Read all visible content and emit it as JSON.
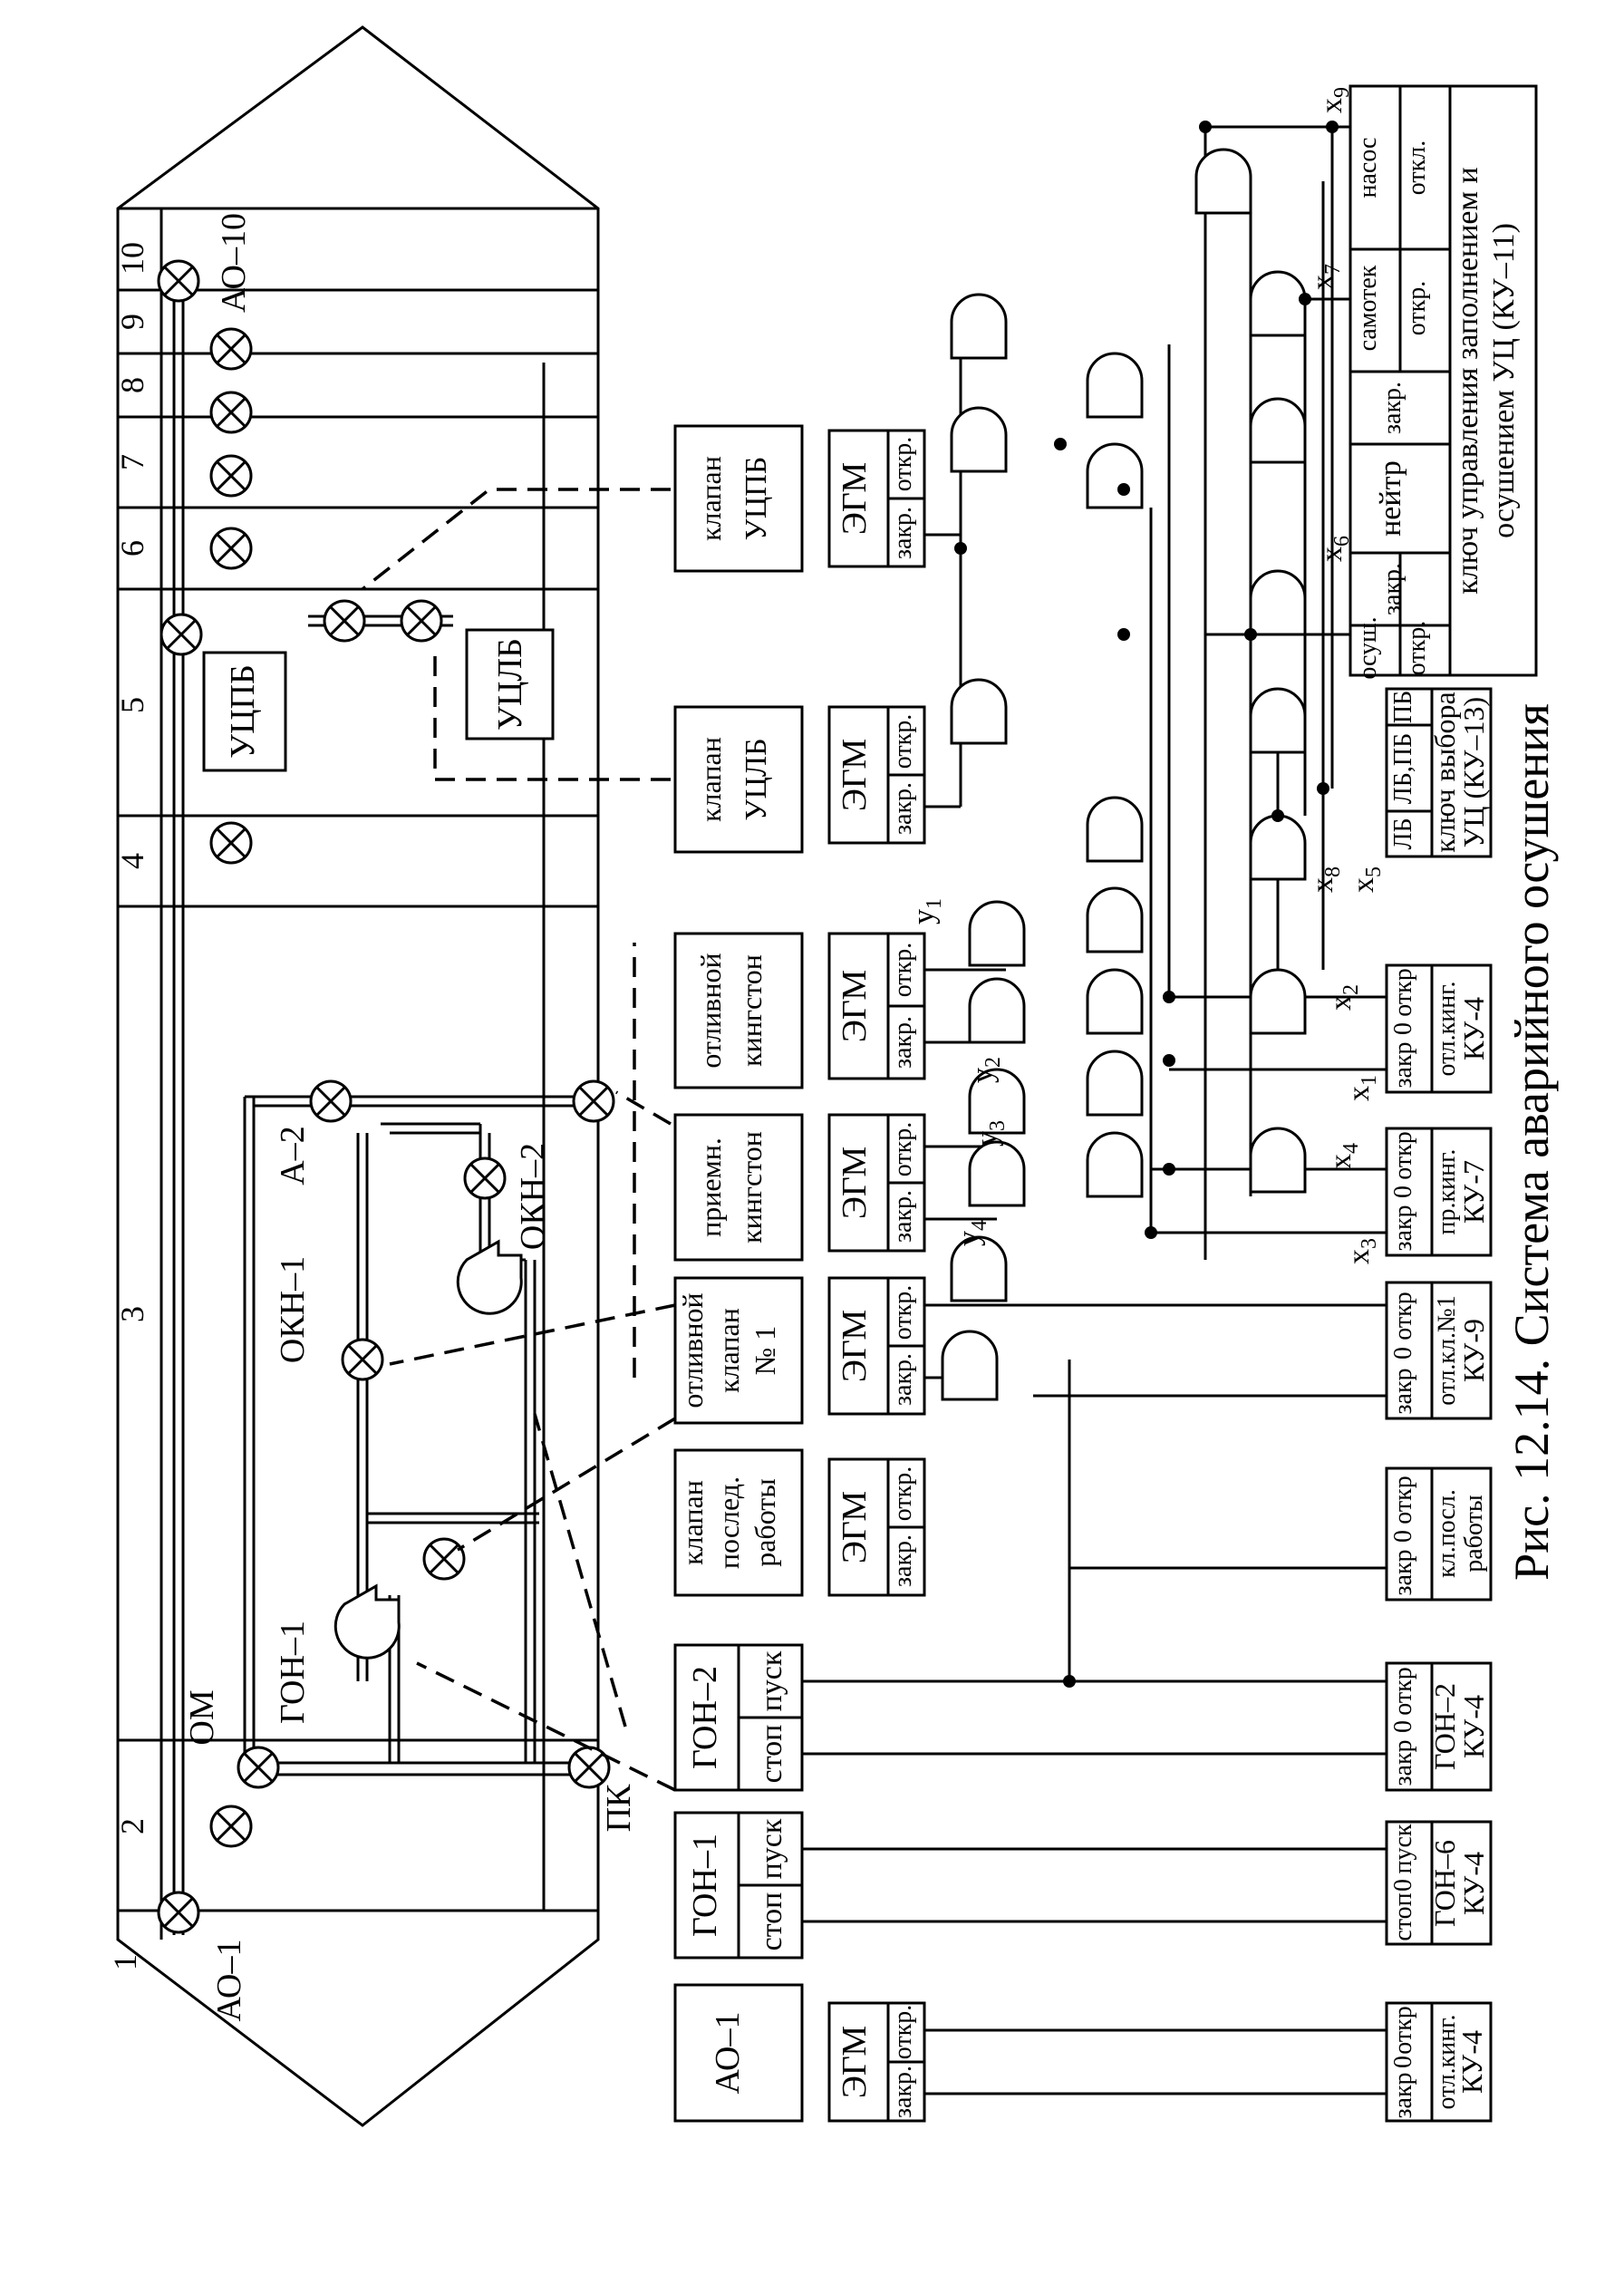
{
  "caption": "Рис. 12.14. Система аварийного осушения",
  "hull": {
    "compartments": [
      "1",
      "2",
      "3",
      "4",
      "5",
      "6",
      "7",
      "8",
      "9",
      "10"
    ],
    "labels": {
      "ao1": "АО–1",
      "ao10": "АО–10",
      "om": "ОМ",
      "pk": "ПК",
      "okn1": "ОКН–1",
      "okn2": "ОКН–2",
      "a2": "А–2",
      "gon1": "ГОН–1",
      "uclb": "УЦЛБ",
      "ucpb": "УЦПБ"
    }
  },
  "units": [
    {
      "title": "АО–1",
      "state": [
        "закр.",
        "откр."
      ],
      "egm": "ЭГМ",
      "key": [
        "закр",
        "0",
        "откр"
      ],
      "key_name": "отл.кинг.",
      "key_id": "КУ-4"
    },
    {
      "title": "ГОН–1",
      "state": [
        "стоп",
        "пуск"
      ],
      "key": [
        "стоп",
        "0",
        "пуск"
      ],
      "key_name": "ГОН–6",
      "key_id": "КУ-4"
    },
    {
      "title": "ГОН–2",
      "state": [
        "стоп",
        "пуск"
      ],
      "key": [
        "закр",
        "0",
        "откр"
      ],
      "key_name": "ГОН–2",
      "key_id": "КУ-4"
    },
    {
      "title": "клапан послед. работы",
      "state": [
        "закр.",
        "откр."
      ],
      "egm": "ЭГМ",
      "key": [
        "закр",
        "0",
        "откр"
      ],
      "key_name": "кл.посл.",
      "key_id": "работы"
    },
    {
      "title": "отливной клапан № 1",
      "state": [
        "закр.",
        "откр."
      ],
      "egm": "ЭГМ",
      "key": [
        "закр",
        "0",
        "откр"
      ],
      "key_name": "отл.кл.№1",
      "key_id": "КУ-9"
    },
    {
      "title": "приемн. кингстон",
      "state": [
        "закр.",
        "откр."
      ],
      "egm": "ЭГМ",
      "key": [
        "закр",
        "0",
        "откр"
      ],
      "key_name": "пр.кинг.",
      "key_id": "КУ-7"
    },
    {
      "title": "отливной кингстон",
      "state": [
        "закр.",
        "откр."
      ],
      "egm": "ЭГМ",
      "key": [
        "закр",
        "0",
        "откр"
      ],
      "key_name": "отл.кинг.",
      "key_id": "КУ-4"
    },
    {
      "title": "клапан УЦЛБ",
      "state": [
        "закр.",
        "откр."
      ],
      "egm": "ЭГМ"
    },
    {
      "title": "клапан УЦПБ",
      "state": [
        "закр.",
        "откр."
      ],
      "egm": "ЭГМ"
    }
  ],
  "selector": {
    "cells": [
      "ЛБ",
      "ЛБ,ПБ",
      "ПБ"
    ],
    "name": "ключ выбора",
    "id": "УЦ (КУ–13)"
  },
  "fill_key": {
    "groups": [
      "осуш.",
      "закр.",
      "нейтр",
      "закр.",
      "самотек",
      "насос"
    ],
    "sub": [
      "откр.",
      "откр.",
      "откл."
    ],
    "name": "ключ управления заполнением и",
    "name2": "осушением УЦ (КУ–11)"
  },
  "signals": {
    "y": [
      "y",
      "1",
      "2",
      "3",
      "4"
    ],
    "x": [
      "x",
      "1",
      "2",
      "3",
      "4",
      "5",
      "6",
      "7",
      "8",
      "9"
    ]
  }
}
